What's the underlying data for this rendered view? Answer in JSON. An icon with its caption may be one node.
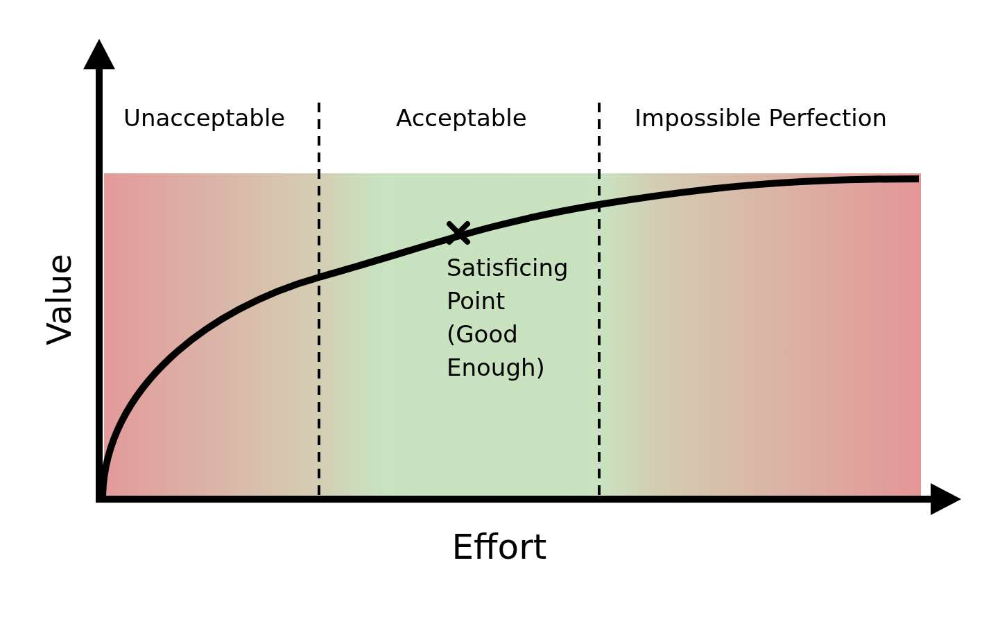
{
  "diagram": {
    "labels": [
      "Unacceptable",
      "Acceptable",
      "Impossible Perfection",
      "Satisficing Point (Good Enough)",
      "Value",
      "Effort"
    ]
  }
}
